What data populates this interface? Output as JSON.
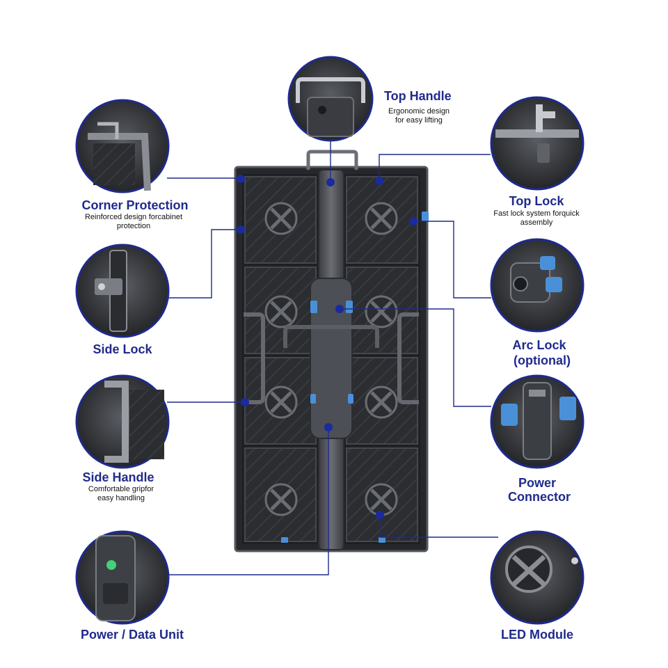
{
  "colors": {
    "accent": "#1f2a8c",
    "connector": "#1f2a8c",
    "cabinet_dark": "#2e3034",
    "cabinet_mid": "#4a4d52",
    "cabinet_light": "#6d7076",
    "highlight_blue": "#4a90d9",
    "dot": "#1b2a9e"
  },
  "callouts": {
    "top_handle": {
      "title": "Top Handle",
      "desc": [
        "Ergonomic design",
        "for easy lifting"
      ],
      "icon": "top-handle-closeup"
    },
    "corner_protection": {
      "title": "Corner Protection",
      "desc": [
        "Reinforced design forcabinet",
        "protection"
      ],
      "icon": "corner-protection-closeup"
    },
    "top_lock": {
      "title": "Top Lock",
      "desc": [
        "Fast lock system forquick",
        "assembly"
      ],
      "icon": "top-lock-closeup"
    },
    "side_lock": {
      "title": "Side Lock",
      "desc": [],
      "icon": "side-lock-closeup"
    },
    "arc_lock": {
      "title": [
        "Arc Lock",
        "(optional)"
      ],
      "desc": [],
      "icon": "arc-lock-closeup"
    },
    "side_handle": {
      "title": "Side Handle",
      "desc": [
        "Comfortable gripfor",
        "easy handling"
      ],
      "icon": "side-handle-closeup"
    },
    "power_connector": {
      "title": [
        "Power",
        "Connector"
      ],
      "desc": [],
      "icon": "power-connector-closeup"
    },
    "power_data_unit": {
      "title": "Power / Data Unit",
      "desc": [],
      "icon": "power-data-unit-closeup"
    },
    "led_module": {
      "title": "LED Module",
      "desc": [],
      "icon": "led-module-closeup"
    }
  }
}
